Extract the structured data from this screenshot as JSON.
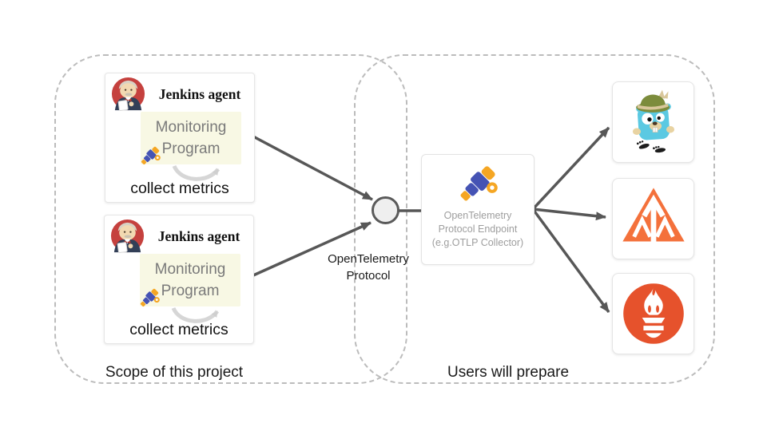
{
  "groups": {
    "scope": {
      "label": "Scope of this project"
    },
    "users": {
      "label": "Users will prepare"
    }
  },
  "agents": [
    {
      "title": "Jenkins agent",
      "program_lines": [
        "Monitoring",
        "Program"
      ],
      "caption": "collect metrics"
    },
    {
      "title": "Jenkins agent",
      "program_lines": [
        "Monitoring",
        "Program"
      ],
      "caption": "collect metrics"
    }
  ],
  "connector": {
    "label_lines": [
      "OpenTelemetry",
      "Protocol"
    ]
  },
  "endpoint": {
    "text_lines": [
      "OpenTelemetry",
      "Protocol Endpoint",
      "(e.g.OTLP Collector)"
    ]
  },
  "backends": [
    {
      "icon": "jaeger-logo"
    },
    {
      "icon": "zipkin-logo"
    },
    {
      "icon": "prometheus-logo"
    }
  ],
  "colors": {
    "arrow": "#575757",
    "dashed_border": "#bcbcbc",
    "program_bg": "#f8f8e4",
    "program_text": "#7a7a7a",
    "endpoint_text": "#9e9e9e",
    "telescope_blue": "#4553b4",
    "telescope_orange": "#f5a623",
    "jenkins_red": "#c5413e",
    "jaeger_blue": "#5bc9e2",
    "zipkin_orange": "#f4713b",
    "prometheus_orange": "#e6522c"
  }
}
